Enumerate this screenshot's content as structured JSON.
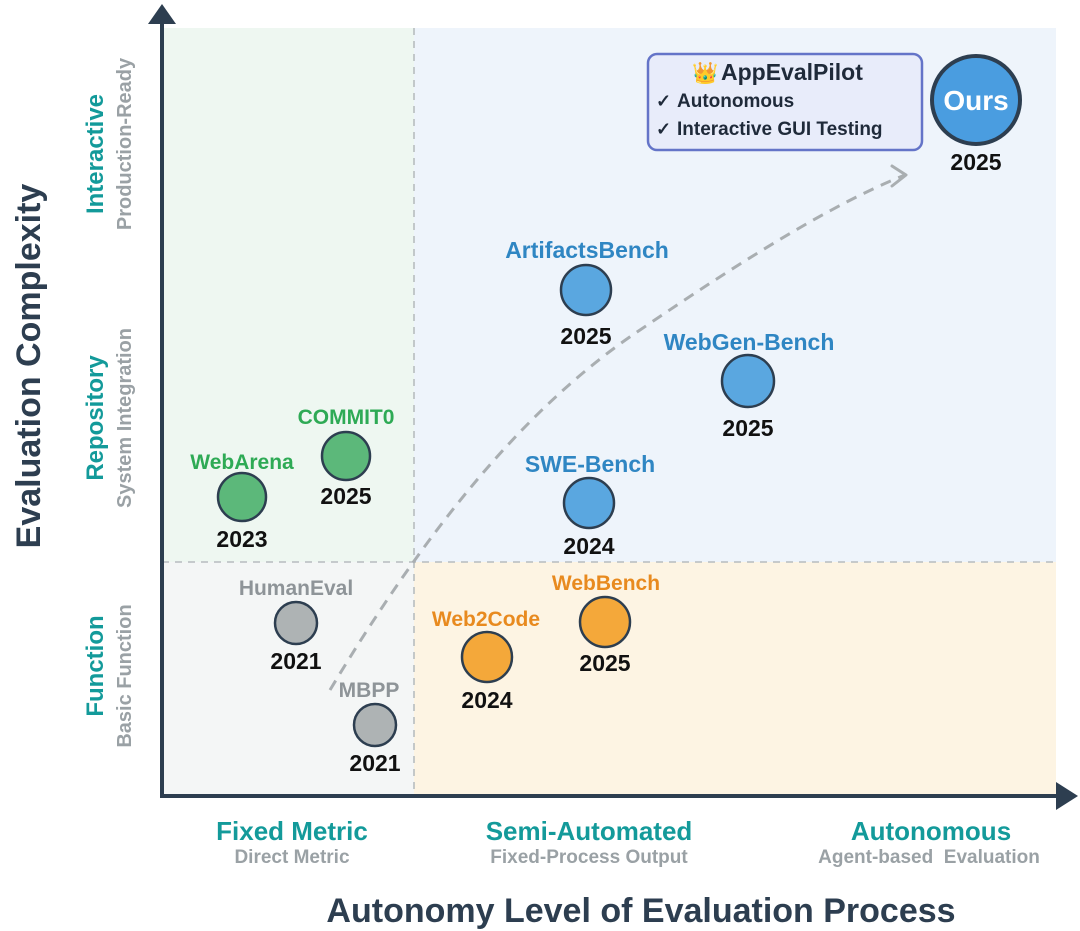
{
  "axes": {
    "y_title": "Evaluation Complexity",
    "x_title": "Autonomy Level of Evaluation Process",
    "y_levels": [
      {
        "main": "Interactive",
        "sub": "Production-Ready"
      },
      {
        "main": "Repository",
        "sub": "System Integration"
      },
      {
        "main": "Function",
        "sub": "Basic Function"
      }
    ],
    "x_levels": [
      {
        "main": "Fixed Metric",
        "sub": "Direct Metric"
      },
      {
        "main": "Semi-Automated",
        "sub": "Fixed-Process Output"
      },
      {
        "main": "Autonomous",
        "sub": "Agent-based  Evaluation"
      }
    ]
  },
  "colors": {
    "teal": "#139a9a",
    "gray_text": "#9aa1a5",
    "navy": "#2d3e50",
    "green": "#5cb87a",
    "green_text": "#2eaa55",
    "blue": "#5aa7e0",
    "blue_text": "#2f86c3",
    "orange": "#f4a83a",
    "orange_text": "#e88a1f",
    "gray_dot": "#aeb3b4",
    "gray_dot_text": "#8e9498"
  },
  "benchmarks": [
    {
      "name": "HumanEval",
      "year": "2021",
      "group": "gray"
    },
    {
      "name": "MBPP",
      "year": "2021",
      "group": "gray"
    },
    {
      "name": "WebArena",
      "year": "2023",
      "group": "green"
    },
    {
      "name": "COMMIT0",
      "year": "2025",
      "group": "green"
    },
    {
      "name": "Web2Code",
      "year": "2024",
      "group": "orange"
    },
    {
      "name": "WebBench",
      "year": "2025",
      "group": "orange"
    },
    {
      "name": "SWE-Bench",
      "year": "2024",
      "group": "blue"
    },
    {
      "name": "ArtifactsBench",
      "year": "2025",
      "group": "blue"
    },
    {
      "name": "WebGen-Bench",
      "year": "2025",
      "group": "blue"
    }
  ],
  "ours": {
    "label": "Ours",
    "year": "2025",
    "callout": {
      "icon": "crown-icon",
      "icon_glyph": "👑",
      "title": "AppEvalPilot",
      "features": [
        "Autonomous",
        "Interactive GUI Testing"
      ],
      "check_glyph": "✓"
    }
  }
}
